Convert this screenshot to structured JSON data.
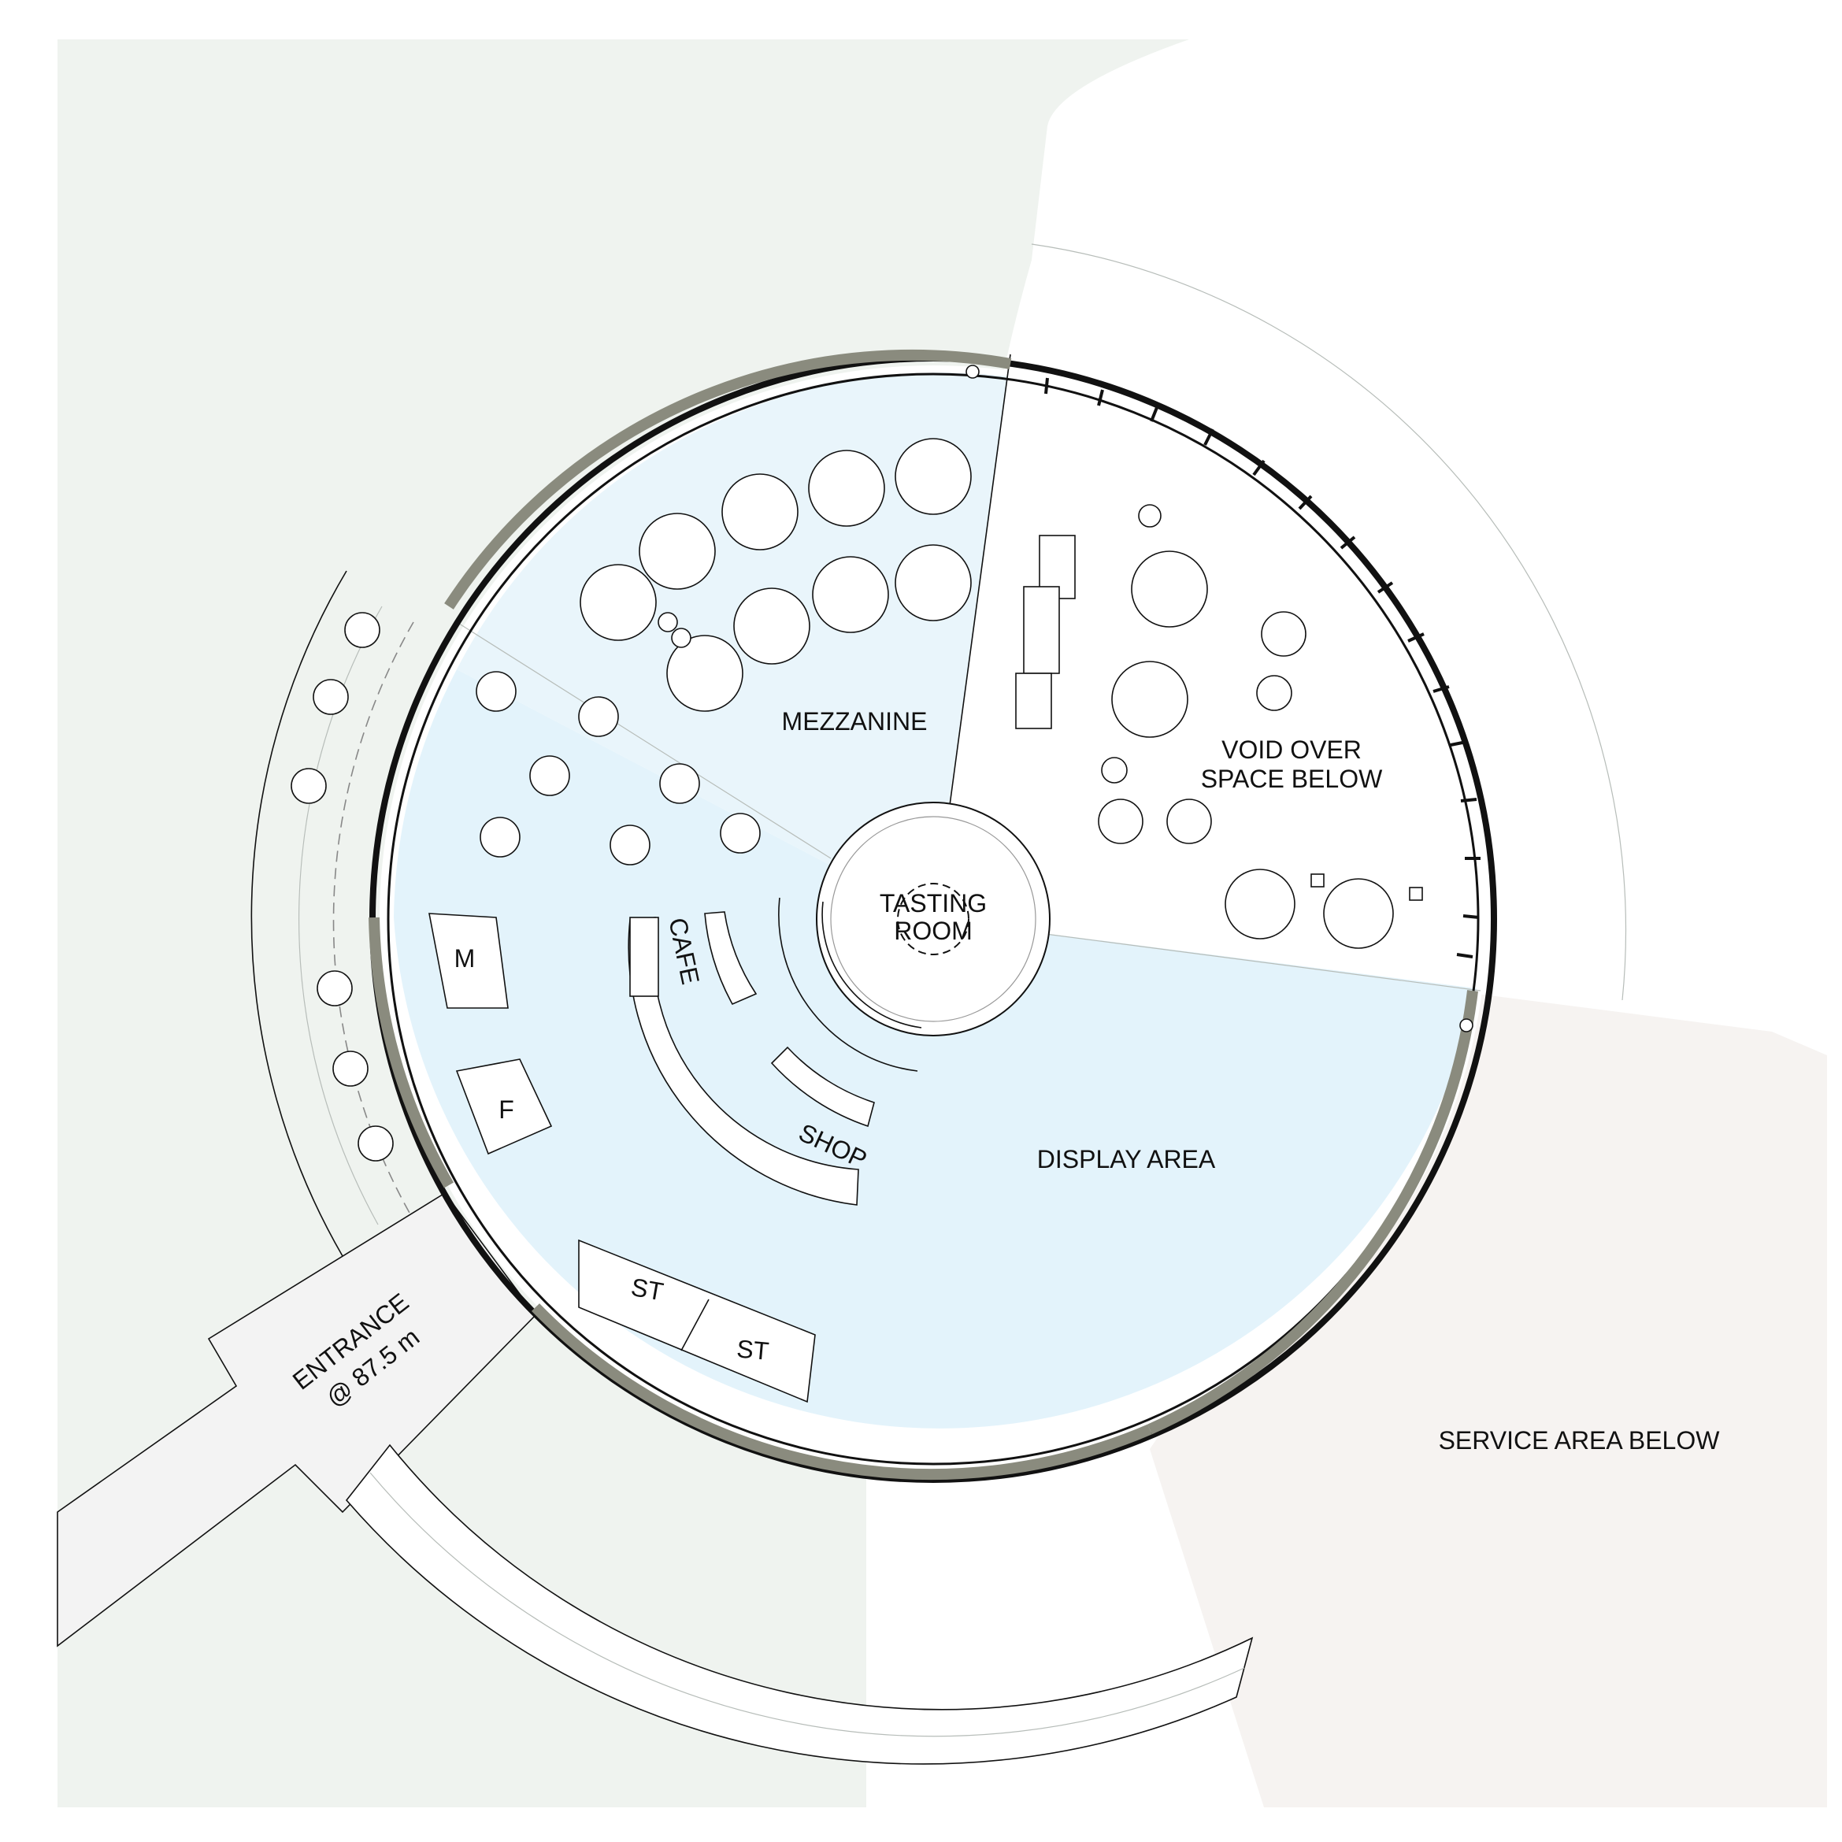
{
  "labels": {
    "mezzanine": "MEZZANINE",
    "void_line1": "VOID OVER",
    "void_line2": "SPACE BELOW",
    "tasting_line1": "TASTING",
    "tasting_line2": "ROOM",
    "cafe": "CAFE",
    "shop": "SHOP",
    "display": "DISPLAY AREA",
    "m": "M",
    "f": "F",
    "st1": "ST",
    "st2": "ST",
    "entrance_line1": "ENTRANCE",
    "entrance_line2": "@ 87.5 m",
    "service": "SERVICE AREA BELOW"
  },
  "colors": {
    "site": "#eff3ef",
    "service": "#f6f3f1",
    "floor": "#e3f3fb",
    "mezzanine": "#e9f5fb",
    "wall": "#8a8b7e",
    "entrance_path": "#f3f3f3"
  }
}
